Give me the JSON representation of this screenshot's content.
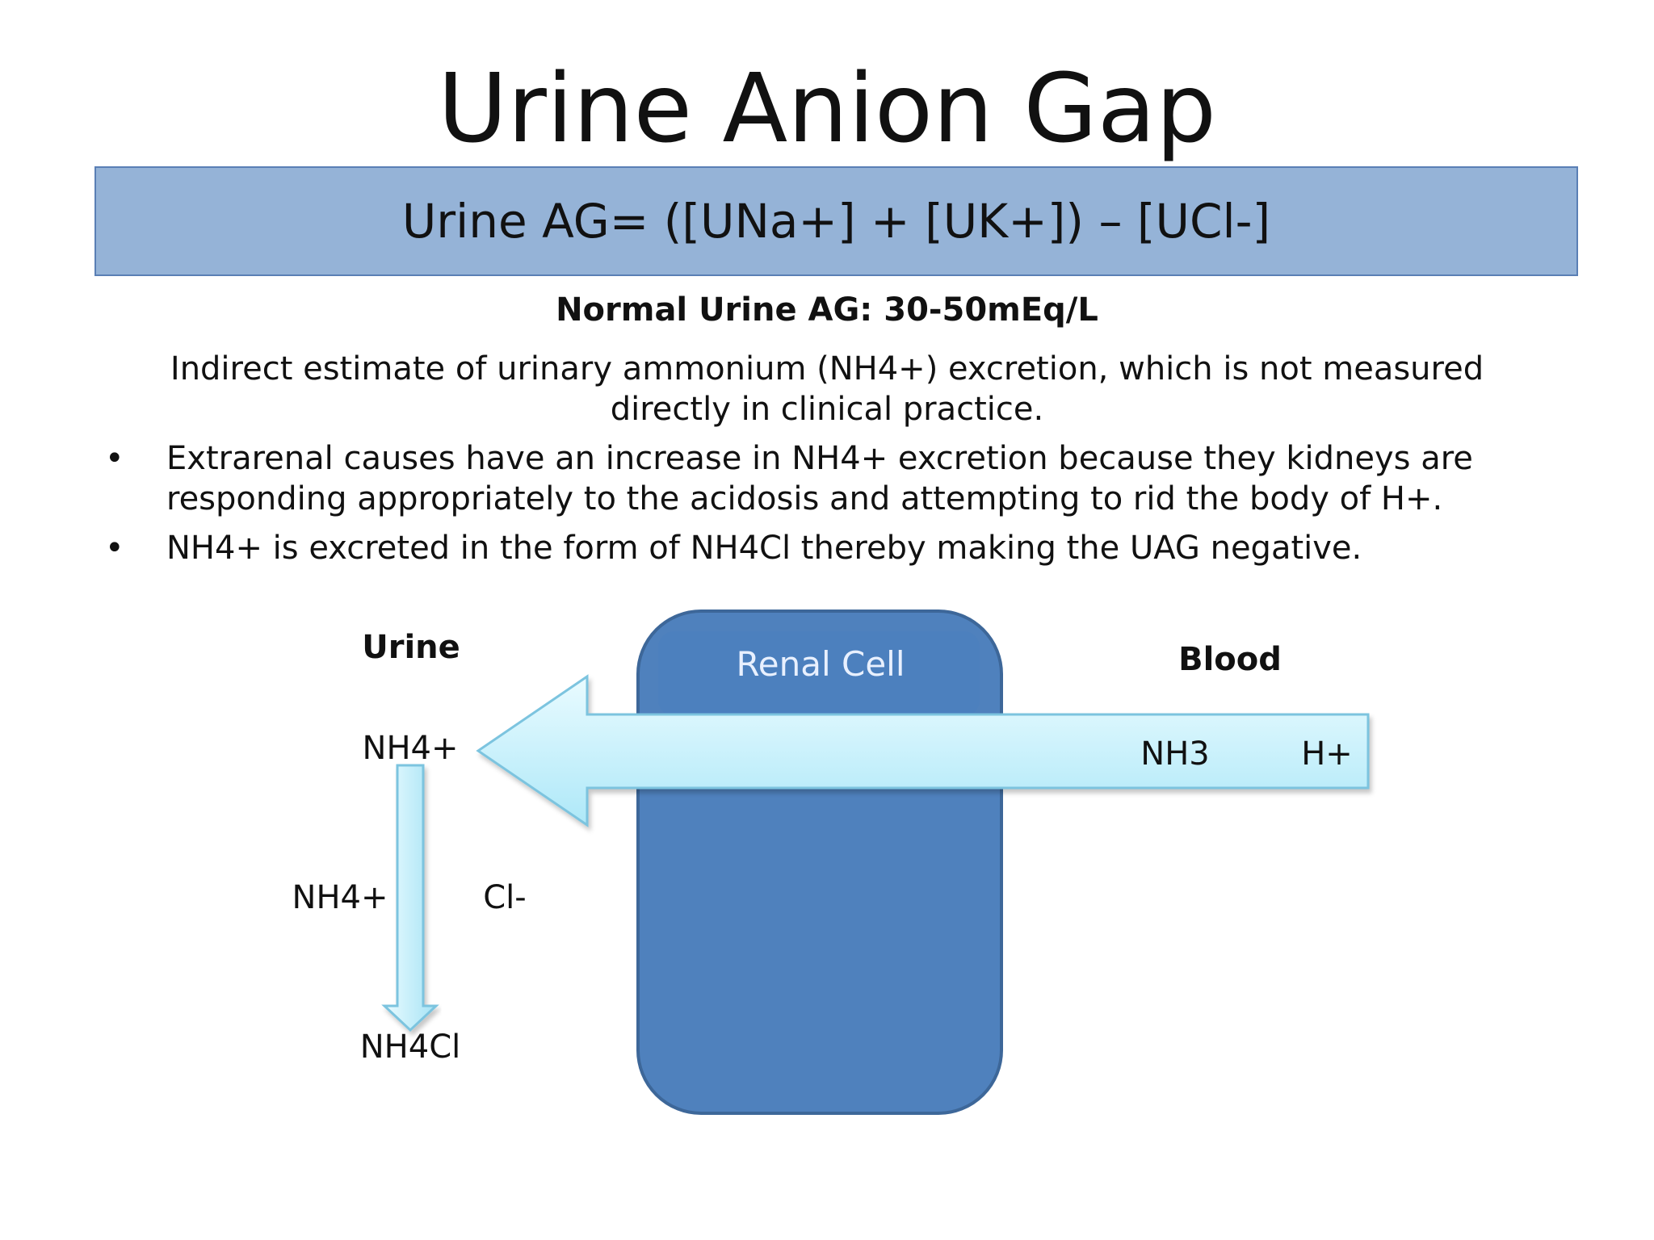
{
  "title": "Urine Anion Gap",
  "formula": "Urine AG= ([UNa+] + [UK+]) – [UCl-]",
  "normal_range": "Normal Urine AG:  30-50mEq/L",
  "intro": "Indirect estimate of urinary ammonium (NH4+) excretion, which is not measured directly in clinical practice.",
  "bullets": [
    {
      "marker": "•",
      "text": "Extrarenal causes have an increase in NH4+ excretion because they kidneys are responding appropriately to the acidosis and attempting to rid the body of H+."
    },
    {
      "marker": "•",
      "text": "NH4+ is excreted in the form of NH4Cl thereby making the UAG negative."
    }
  ],
  "diagram": {
    "urine_label": "Urine",
    "blood_label": "Blood",
    "cell_label": "Renal Cell",
    "urine_nh4": "NH4+",
    "blood_nh3": "NH3",
    "blood_h": "H+",
    "left_nh4": "NH4+",
    "cl": "Cl-",
    "nh4cl": "NH4Cl",
    "colors": {
      "formula_box": "#95b3d7",
      "renal_cell": "#4f81bd",
      "arrow_light": "#bfeefb",
      "arrow_edge": "#7cc4df"
    }
  }
}
